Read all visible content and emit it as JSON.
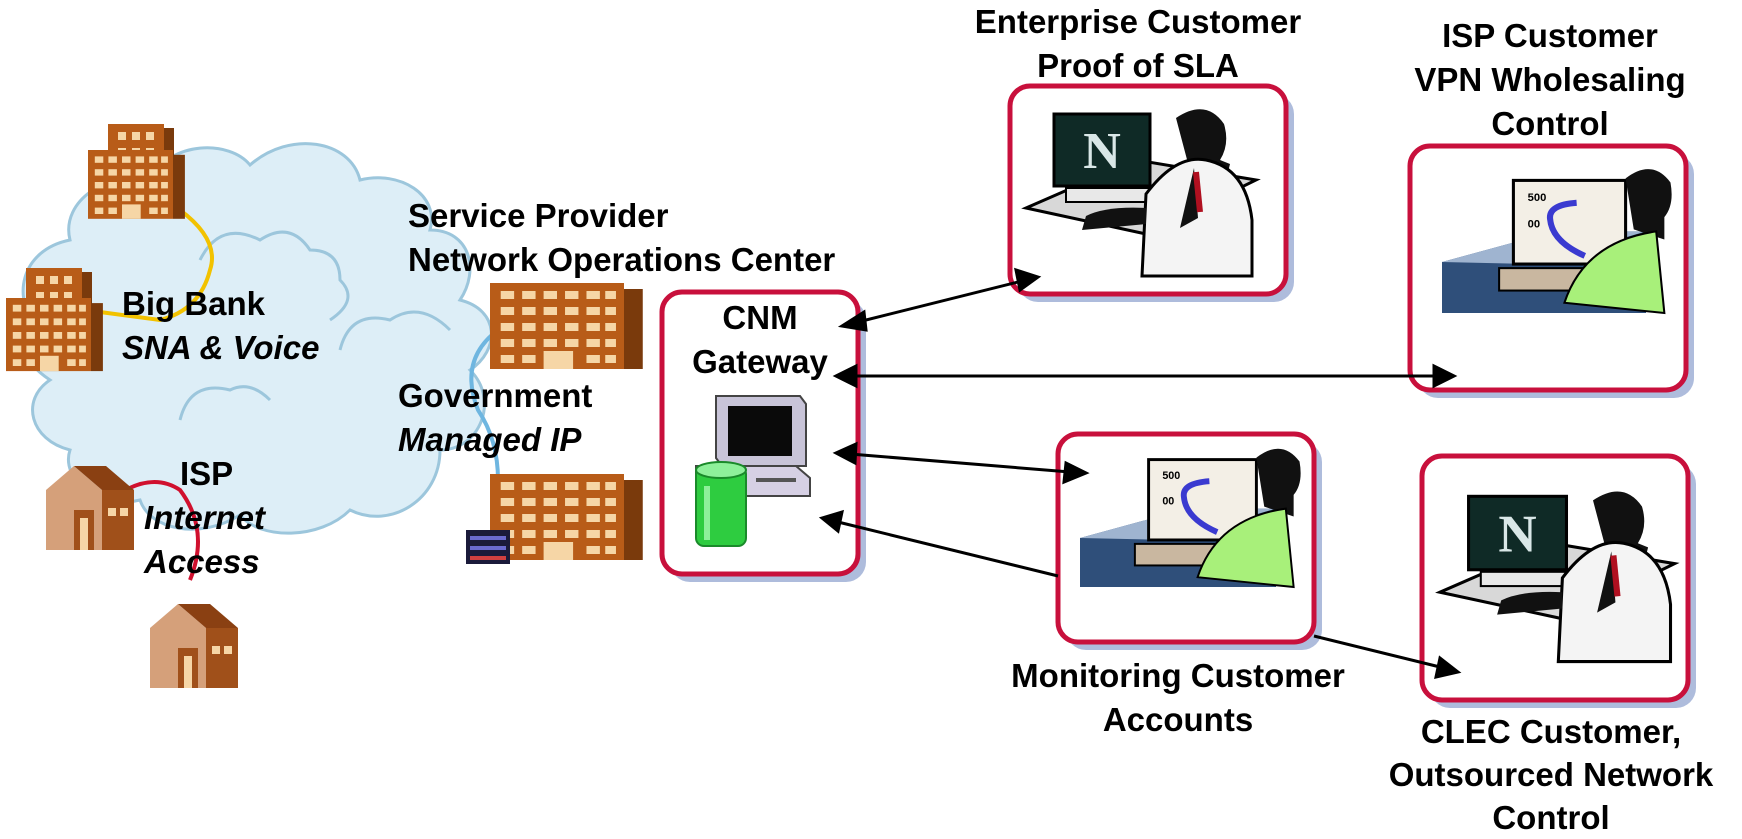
{
  "labels": {
    "big_bank": {
      "line1": "Big Bank",
      "line2": "SNA & Voice"
    },
    "isp_access": {
      "line1": "ISP",
      "line2": "Internet",
      "line3": "Access"
    },
    "noc": {
      "line1": "Service Provider",
      "line2": "Network Operations Center"
    },
    "government": {
      "line1": "Government",
      "line2": "Managed IP"
    },
    "gateway": {
      "line1": "CNM",
      "line2": "Gateway"
    },
    "enterprise": {
      "line1": "Enterprise Customer",
      "line2": "Proof of SLA"
    },
    "isp_customer": {
      "line1": "ISP Customer",
      "line2": "VPN Wholesaling",
      "line3": "Control"
    },
    "monitoring": {
      "line1": "Monitoring Customer",
      "line2": "Accounts"
    },
    "clec": {
      "line1": "CLEC Customer,",
      "line2": "Outsourced Network",
      "line3": "Control"
    }
  },
  "colors": {
    "box_border": "#c8103c",
    "box_shadow": "#aebcdc",
    "arrow": "#000000",
    "cloud_fill": "#ddeef7",
    "cloud_stroke": "#9cc6dc",
    "building": "#b85c18",
    "house": "#a0501a",
    "link_yellow": "#f2c200",
    "link_red": "#d0102e",
    "link_blue": "#6fb6e0",
    "screen_N": "#0f2a26",
    "shirt_green": "#a8f07a",
    "trash_green": "#2ecc40"
  },
  "icons": [
    "cloud-icon",
    "office-building-icon",
    "house-icon",
    "server-rack-icon",
    "desktop-computer-icon",
    "recycle-bin-icon",
    "operator-at-workstation-icon"
  ],
  "screens": {
    "chart_tick_top": "500",
    "chart_tick_bottom": "00",
    "browser_letter": "N"
  }
}
